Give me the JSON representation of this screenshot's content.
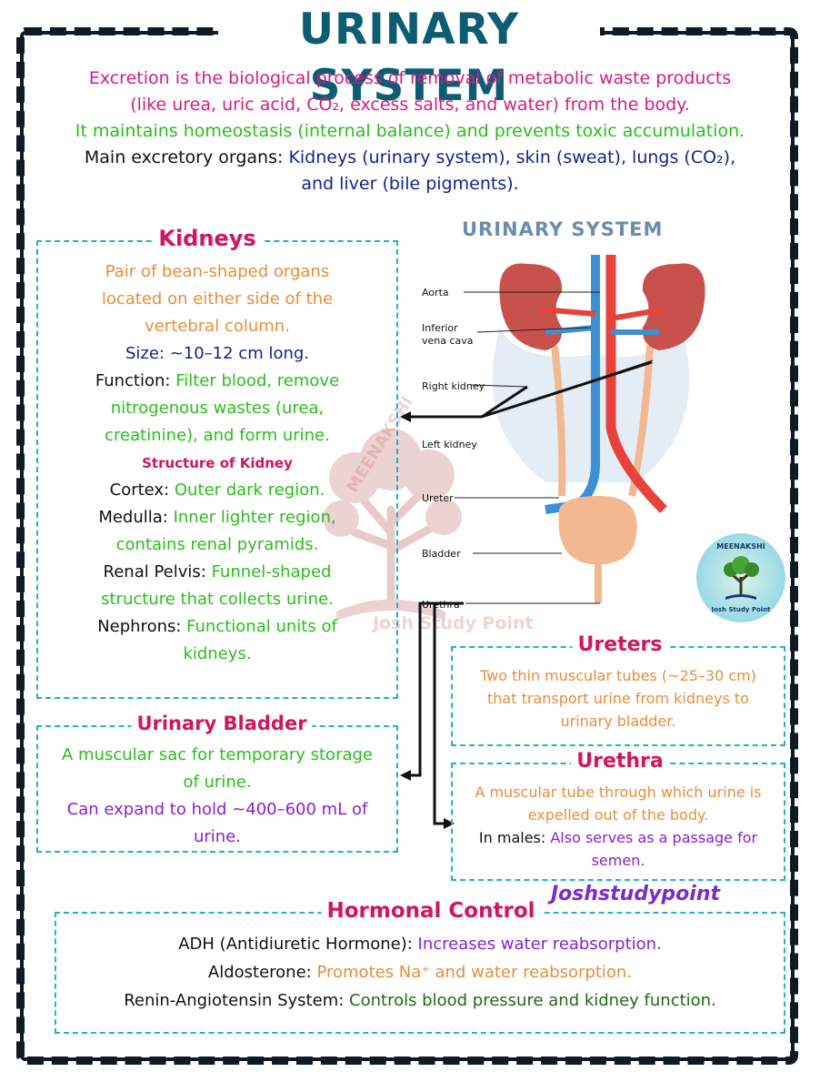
{
  "header": {
    "title": "URINARY SYSTEM"
  },
  "intro": {
    "line1": "Excretion is the biological process of removal of metabolic waste products",
    "line2": "(like urea, uric acid, CO₂, excess salts, and water) from the body.",
    "line3": "It maintains homeostasis (internal balance) and prevents toxic accumulation.",
    "line4_label": "Main excretory organs: ",
    "line4_value": "Kidneys (urinary system), skin (sweat), lungs (CO₂),",
    "line5": "and liver (bile pigments)."
  },
  "kidneys": {
    "title": "Kidneys",
    "desc1": "Pair of bean-shaped organs",
    "desc2": "located on either side of the",
    "desc3": "vertebral column.",
    "size": "Size: ~10–12 cm long.",
    "function_label": "Function: ",
    "function_value1": "Filter blood, remove",
    "function_value2": "nitrogenous wastes (urea,",
    "function_value3": "creatinine), and form urine.",
    "structure_heading": "Structure of Kidney",
    "cortex_label": "Cortex: ",
    "cortex_value": "Outer dark region.",
    "medulla_label": "Medulla: ",
    "medulla_value1": "Inner lighter region,",
    "medulla_value2": "contains renal pyramids.",
    "pelvis_label": "Renal Pelvis: ",
    "pelvis_value1": "Funnel-shaped",
    "pelvis_value2": "structure that collects urine.",
    "nephrons_label": "Nephrons: ",
    "nephrons_value1": "Functional units of",
    "nephrons_value2": "kidneys."
  },
  "diagram": {
    "title": "URINARY SYSTEM",
    "labels": {
      "aorta": "Aorta",
      "ivc1": "Inferior",
      "ivc2": "vena cava",
      "right_kidney": "Right kidney",
      "left_kidney": "Left kidney",
      "ureter": "Ureter",
      "bladder": "Bladder",
      "urethra": "Urethra"
    }
  },
  "logo": {
    "top": "MEENAKSHI",
    "bottom": "Josh Study Point"
  },
  "watermark": {
    "arc": "MEENAKSHI",
    "bottom": "Josh Study Point"
  },
  "ureters": {
    "title": "Ureters",
    "line1": "Two thin muscular tubes (~25–30 cm)",
    "line2": "that transport urine from kidneys to",
    "line3": "urinary bladder."
  },
  "bladder": {
    "title": "Urinary Bladder",
    "line1": "A muscular sac for temporary storage",
    "line2": "of urine.",
    "line3": "Can expand to hold ~400–600 mL of",
    "line4": "urine."
  },
  "urethra": {
    "title": "Urethra",
    "line1": "A muscular tube through which urine is",
    "line2": "expelled out of the body.",
    "males_label": "In males: ",
    "males_value1": "Also serves as a passage for",
    "males_value2": "semen."
  },
  "brand": "Joshstudypoint",
  "hormonal": {
    "title": "Hormonal Control",
    "adh_label": "ADH (Antidiuretic Hormone): ",
    "adh_value": "Increases water reabsorption.",
    "aldo_label": "Aldosterone: ",
    "aldo_value": "Promotes Na⁺ and water reabsorption.",
    "renin_label": "Renin-Angiotensin System: ",
    "renin_value": "Controls blood pressure and kidney function."
  },
  "colors": {
    "title": "#0c5c73",
    "box_border": "#21b2c9",
    "heading": "#d1155f",
    "pink": "#d41c86",
    "green": "#2bbd1c",
    "navy": "#14238f",
    "orange": "#e88d3b",
    "purple": "#8a1fd1",
    "artery": "#e8423b",
    "vein": "#3d8fd6",
    "kidney": "#c8524b",
    "bladder": "#f2b88f"
  }
}
